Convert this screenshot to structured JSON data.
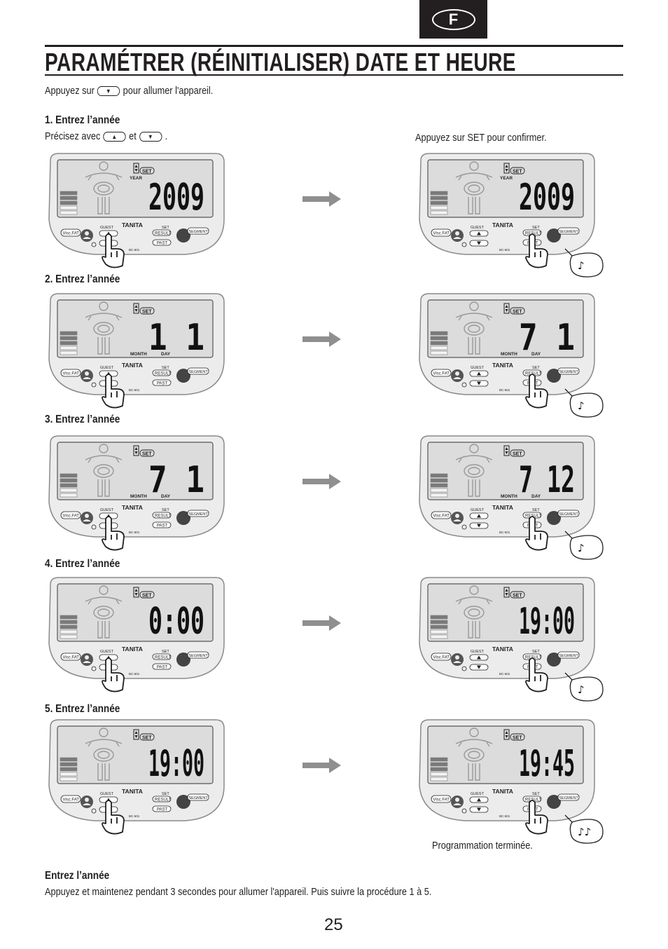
{
  "lang_tab": "F",
  "title": "PARAMÉTRER (RÉINITIALISER) DATE ET HEURE",
  "intro": {
    "before": "Appuyez sur",
    "after": "pour allumer l'appareil."
  },
  "step1_hint": {
    "before": "Précisez avec",
    "mid": "et",
    "after": "."
  },
  "confirm_hint": "Appuyez sur SET pour confirmer.",
  "steps": [
    {
      "label": "1. Entrez l’année"
    },
    {
      "label": "2. Entrez l’année"
    },
    {
      "label": "3. Entrez l’année"
    },
    {
      "label": "4. Entrez l’année"
    },
    {
      "label": "5. Entrez l’année"
    }
  ],
  "device": {
    "brand": "TANITA",
    "model": "BC-601",
    "set_icon": "SET",
    "year_label": "YEAR",
    "month_label": "MONTH",
    "day_label": "DAY",
    "visc_fat": "Visc.FAT",
    "guest": "GUEST",
    "set": "SET",
    "result": "RESULT",
    "past": "PAST",
    "segment": "SEGMENT"
  },
  "displays": [
    {
      "left": "2009",
      "right": "2009",
      "labels": "year"
    },
    {
      "left": "1 1",
      "right": "7 1",
      "labels": "monthday"
    },
    {
      "left": "7 1",
      "right": "7 12",
      "labels": "monthday"
    },
    {
      "left": "0:00",
      "right": "19:00",
      "labels": "none"
    },
    {
      "left": "19:00",
      "right": "19:45",
      "labels": "none"
    }
  ],
  "note_single": "♪",
  "note_double": "♪♪",
  "done_text": "Programmation terminée.",
  "footer": {
    "heading": "Entrez l’année",
    "text": "Appuyez et maintenez pendant 3 secondes pour allumer l'appareil. Puis suivre la procédure 1 à 5."
  },
  "page_number": "25",
  "icons": [
    "up-arrow-icon",
    "down-arrow-icon",
    "right-arrow-icon",
    "pointing-hand-icon",
    "speech-bubble-icon",
    "music-note-icon",
    "body-figure-icon"
  ],
  "colors": {
    "ink": "#231f20",
    "lcd": "#dcdcdc",
    "device_body": "#ececec",
    "arrow": "#8f8f8f"
  }
}
